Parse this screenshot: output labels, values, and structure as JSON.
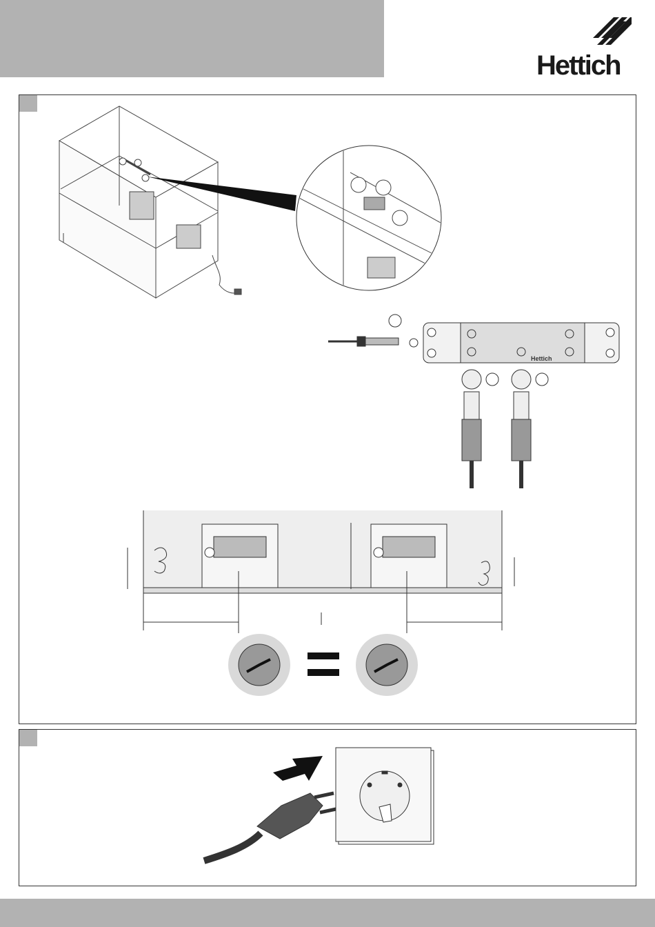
{
  "brand": {
    "name": "Hettich",
    "color": "#1a1a1a"
  },
  "colors": {
    "header_gray": "#b2b2b2",
    "line": "#333333",
    "light_gray": "#dddddd",
    "mid_gray": "#999999"
  },
  "connector_box": {
    "label": "Hettich"
  },
  "icons": {
    "step1": "cabinet-installation-illustration",
    "step2": "plug-into-socket-illustration",
    "equals": "equals-icon",
    "dial": "adjustment-dial-icon"
  }
}
